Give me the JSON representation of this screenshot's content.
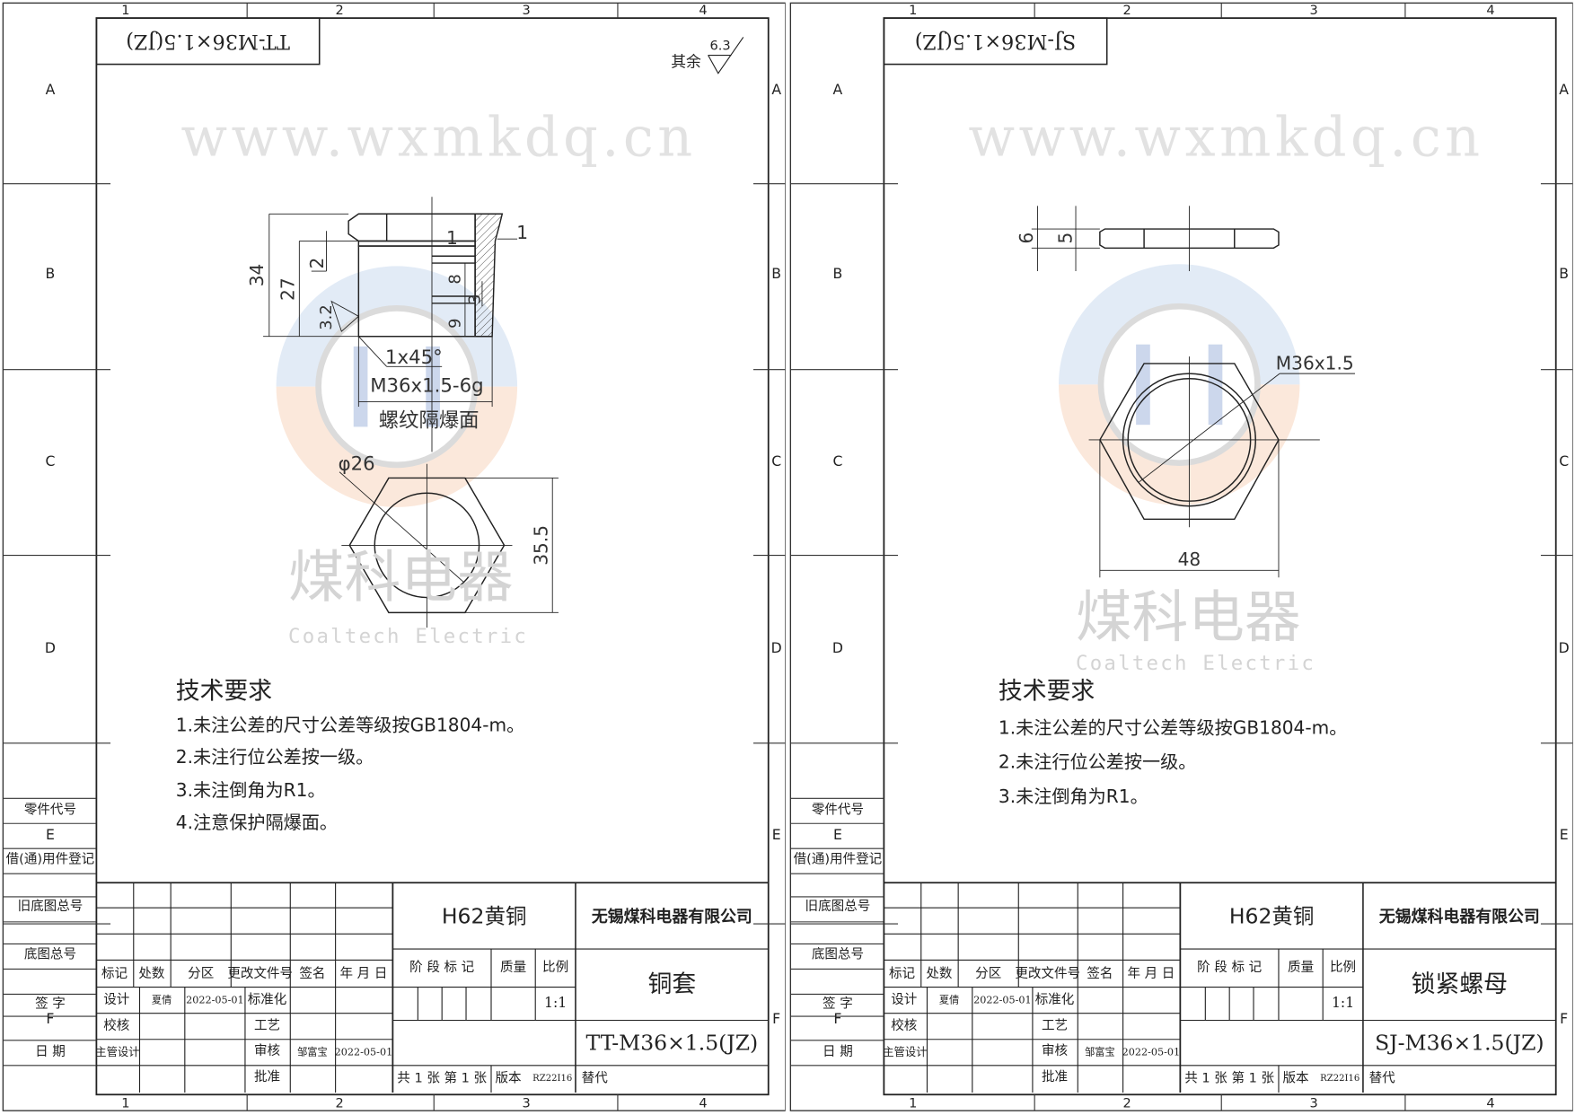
{
  "sheets": [
    {
      "code": "TT-M36×1.5(JZ)",
      "part_name": "铜套",
      "material": "H62黄铜",
      "company": "无锡煤科电器有限公司",
      "roughness": {
        "prefix": "其余",
        "value": "6.3"
      },
      "tech": {
        "heading": "技术要求",
        "lines": [
          "1.未注公差的尺寸公差等级按GB1804-m。",
          "2.未注行位公差按一级。",
          "3.未注倒角为R1。",
          "4.注意保护隔爆面。"
        ]
      },
      "dims": {
        "d34": "34",
        "d27": "27",
        "d2": "2",
        "d1a": "1",
        "d1b": "1",
        "d8": "8",
        "d3": "3",
        "d9": "9",
        "rough": "3.2",
        "chamfer": "1x45°",
        "thread": "M36x1.5-6g",
        "surface": "螺纹隔爆面",
        "dia": "φ26",
        "d355": "35.5"
      }
    },
    {
      "code": "SJ-M36×1.5(JZ)",
      "part_name": "锁紧螺母",
      "material": "H62黄铜",
      "company": "无锡煤科电器有限公司",
      "tech": {
        "heading": "技术要求",
        "lines": [
          "1.未注公差的尺寸公差等级按GB1804-m。",
          "2.未注行位公差按一级。",
          "3.未注倒角为R1。"
        ]
      },
      "dims": {
        "d6": "6",
        "d5": "5",
        "thread": "M36x1.5",
        "d48": "48"
      }
    }
  ],
  "frame": {
    "cols": [
      "1",
      "2",
      "3",
      "4"
    ],
    "rows": [
      "A",
      "B",
      "C",
      "D",
      "E",
      "F"
    ],
    "side_labels": [
      "零件代号",
      "借(通)用件登记",
      "旧底图总号",
      "底图总号",
      "签 字",
      "日 期"
    ]
  },
  "title_block": {
    "rev_headers": [
      "标记",
      "处数",
      "分区",
      "更改文件号",
      "签名",
      "年 月 日"
    ],
    "design": "设计",
    "designer": "夏倩",
    "design_date": "2022-05-01",
    "standard": "标准化",
    "check": "校核",
    "process": "工艺",
    "chief": "主管设计",
    "review": "审核",
    "reviewer": "邹富宝",
    "review_date": "2022-05-01",
    "approve": "批准",
    "stage": "阶 段 标 记",
    "mass": "质量",
    "scale_label": "比例",
    "scale": "1:1",
    "sheets_info": "共 1 张  第 1 张",
    "version_label": "版本",
    "version": "RZ22I16",
    "replace": "替代"
  },
  "watermark": {
    "cn": "煤科电器",
    "en": "Coaltech Electric",
    "url": "www.wxmkdq.cn"
  },
  "colors": {
    "line": "#222222",
    "watermark_blue": "#c9daf0",
    "watermark_orange": "#f6d2bd",
    "watermark_text": "#d0d0d0"
  }
}
